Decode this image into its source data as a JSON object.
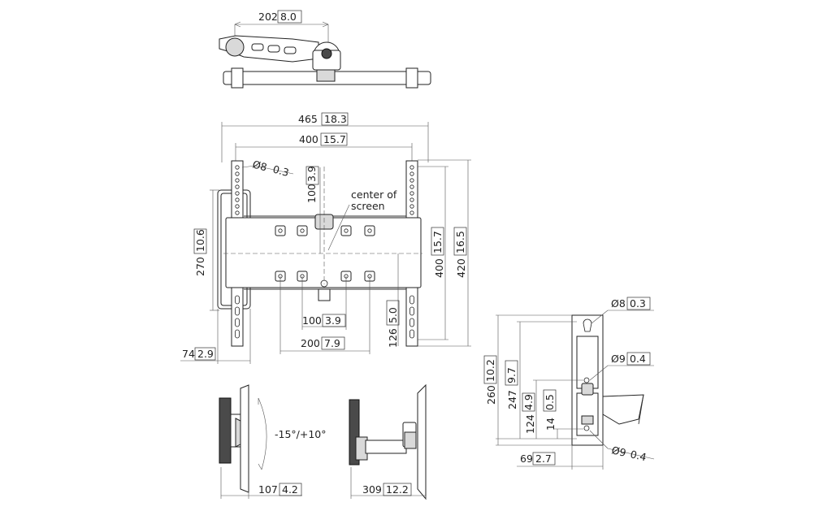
{
  "top_view": {
    "width_mm": "202",
    "width_in": "8.0"
  },
  "front_view": {
    "overall_width_mm": "465",
    "overall_width_in": "18.3",
    "vesa_max_width_mm": "400",
    "vesa_max_width_in": "15.7",
    "hole_diam_mm": "Ø8",
    "hole_diam_in": "0.3",
    "center_offset_mm": "100",
    "center_offset_in": "3.9",
    "center_label_line1": "center of",
    "center_label_line2": "screen",
    "wall_plate_height_mm": "270",
    "wall_plate_height_in": "10.6",
    "vesa_max_height_mm": "400",
    "vesa_max_height_in": "15.7",
    "overall_height_mm": "420",
    "overall_height_in": "16.5",
    "vesa_min_width_mm": "100",
    "vesa_min_width_in": "3.9",
    "vesa_mid_width_mm": "200",
    "vesa_mid_width_in": "7.9",
    "lower_offset_mm": "126",
    "lower_offset_in": "5.0",
    "wall_plate_width_mm": "74",
    "wall_plate_width_in": "2.9"
  },
  "side_view_tilt": {
    "tilt_label": "-15°/+10°",
    "depth_mm": "107",
    "depth_in": "4.2"
  },
  "side_view_extended": {
    "depth_mm": "309",
    "depth_in": "12.2"
  },
  "detail_view": {
    "top_hole_mm": "Ø8",
    "top_hole_in": "0.3",
    "mid_hole_mm": "Ø9",
    "mid_hole_in": "0.4",
    "bottom_hole_mm": "Ø9",
    "bottom_hole_in": "0.4",
    "plate_height_mm": "260",
    "plate_height_in": "10.2",
    "hole_span_mm": "247",
    "hole_span_in": "9.7",
    "mid_offset_mm": "124",
    "mid_offset_in": "4.9",
    "bottom_offset_mm": "14",
    "bottom_offset_in": "0.5",
    "plate_width_mm": "69",
    "plate_width_in": "2.7"
  },
  "colors": {
    "line": "#222222",
    "fill_light": "#d9d9d9",
    "fill_dark": "#4a4a4a",
    "background": "#ffffff"
  }
}
